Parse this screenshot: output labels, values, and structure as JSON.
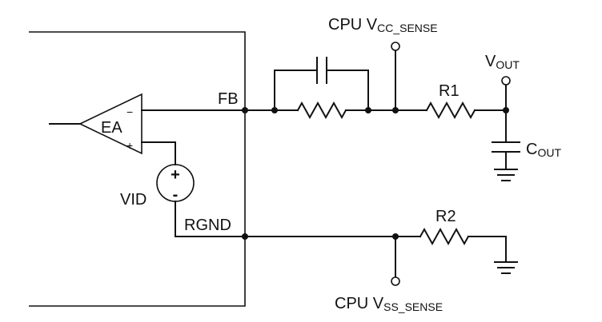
{
  "labels": {
    "ea": "EA",
    "ea_minus": "−",
    "ea_plus": "+",
    "vid": "VID",
    "vid_plus": "+",
    "vid_minus": "-",
    "fb": "FB",
    "rgnd": "RGND",
    "r1": "R1",
    "r2": "R2",
    "cpu_vcc_main": "CPU V",
    "cpu_vcc_sub": "CC_SENSE",
    "vout_main": "V",
    "vout_sub": "OUT",
    "cout_main": "C",
    "cout_sub": "OUT",
    "cpu_vss_main": "CPU V",
    "cpu_vss_sub": "SS_SENSE"
  }
}
